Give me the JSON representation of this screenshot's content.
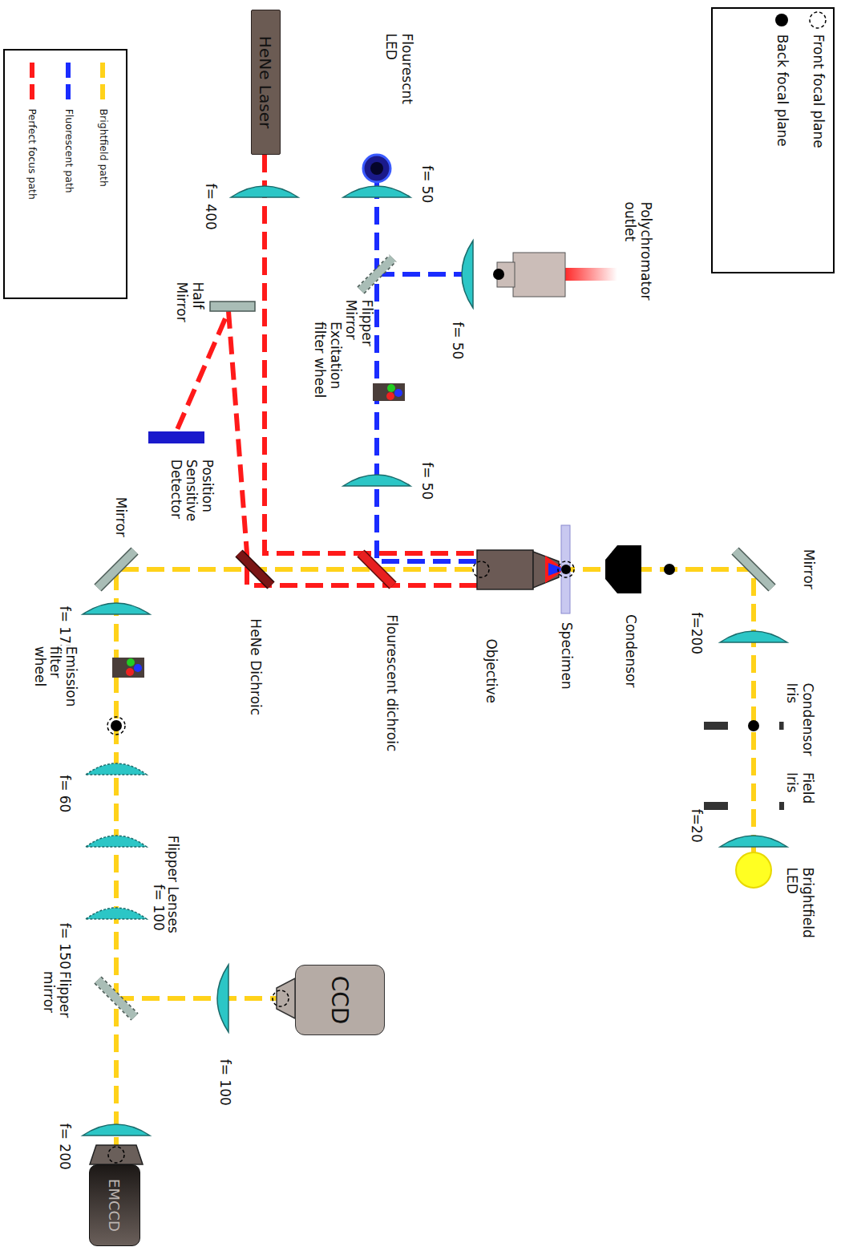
{
  "diagram": {
    "nodes": [
      {
        "text": [
          "HeNe Laser"
        ]
      },
      {
        "text": [
          "CCD"
        ]
      },
      {
        "text": [
          "EMCCD"
        ]
      }
    ],
    "labels": [
      "Flourescnt LED",
      "f= 50",
      "Polychromator outlet",
      "f= 50",
      "f= 400",
      "Flipper Mirror",
      "Excitation filter wheel",
      "f= 50",
      "Half Mirror",
      "Position Sensitive Detector",
      "Mirror",
      "HeNe Dichroic",
      "Flourescent dichroic",
      "Objective",
      "Specimen",
      "Condensor",
      "Mirror",
      "f=200",
      "Condensor Iris",
      "Field Iris",
      "f=20",
      "Brightfield LED",
      "f= 175",
      "Emission filter wheel",
      "f= 60",
      "Flipper Lenses",
      "f= 100",
      "f= 150",
      "Flipper mirror",
      "f= 100",
      "f= 200"
    ],
    "legend": [
      {
        "text": "Front focal plane"
      },
      {
        "text": "Back focal plane"
      },
      {
        "text": "Brightfield path",
        "color": "#ffd21a"
      },
      {
        "text": "Fluorescent path",
        "color": "#1a2cff"
      },
      {
        "text": "Perfect focus path",
        "color": "#ff1a1a"
      }
    ]
  }
}
